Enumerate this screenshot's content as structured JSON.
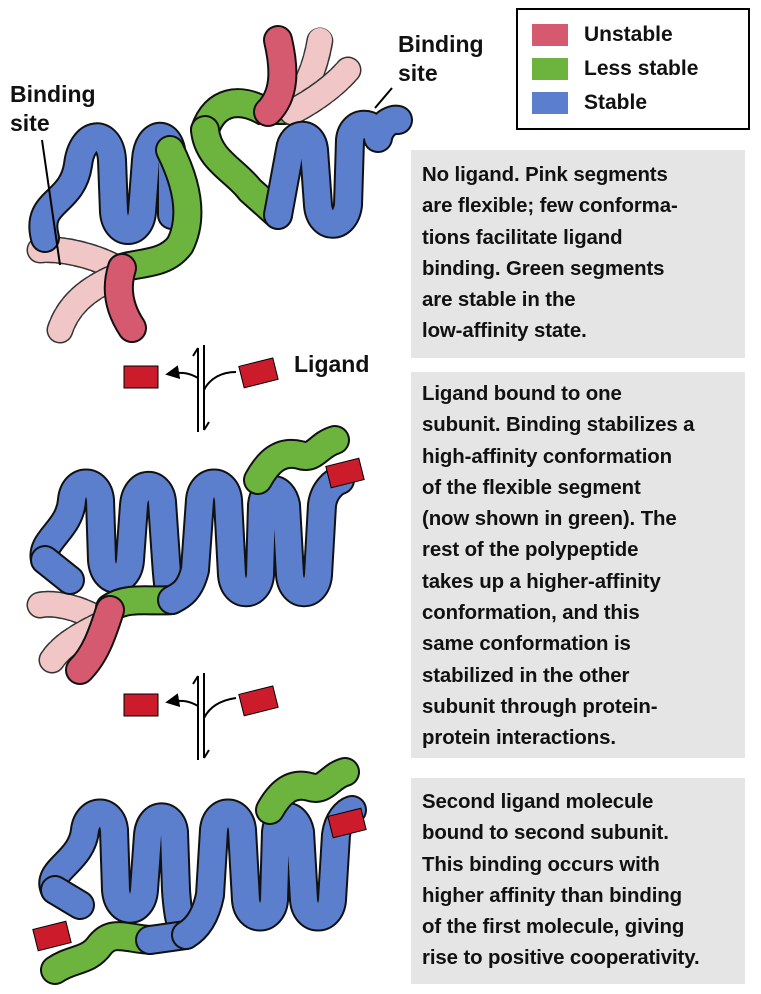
{
  "colors": {
    "unstable": "#d65a6f",
    "less_stable": "#6cb43e",
    "stable": "#5b7fcc",
    "flexible_outline": "#f0c6c6",
    "ligand": "#cc1c2c",
    "box_bg": "#e5e5e5"
  },
  "legend": {
    "items": [
      {
        "label": "Unstable",
        "color": "#d65a6f"
      },
      {
        "label": "Less stable",
        "color": "#6cb43e"
      },
      {
        "label": "Stable",
        "color": "#5b7fcc"
      }
    ]
  },
  "labels": {
    "binding_site_left": [
      "Binding",
      "site"
    ],
    "binding_site_right": [
      "Binding",
      "site"
    ],
    "ligand": "Ligand"
  },
  "boxes": [
    {
      "lines": [
        "No ligand. Pink segments",
        "are flexible; few conforma-",
        "tions facilitate ligand",
        "binding. Green segments",
        "are stable in the",
        "low-affinity state."
      ]
    },
    {
      "lines": [
        "Ligand bound to one",
        "subunit. Binding stabilizes a",
        "high-affinity conformation",
        "of the flexible segment",
        "(now shown in green). The",
        "rest of the polypeptide",
        "takes up a higher-affinity",
        "conformation, and this",
        "same conformation is",
        "stabilized in the other",
        "subunit through protein-",
        "protein interactions."
      ]
    },
    {
      "lines": [
        "Second ligand molecule",
        "bound to second subunit.",
        "This binding occurs with",
        "higher affinity than binding",
        "of the first molecule, giving",
        "rise to positive cooperativity."
      ]
    }
  ]
}
